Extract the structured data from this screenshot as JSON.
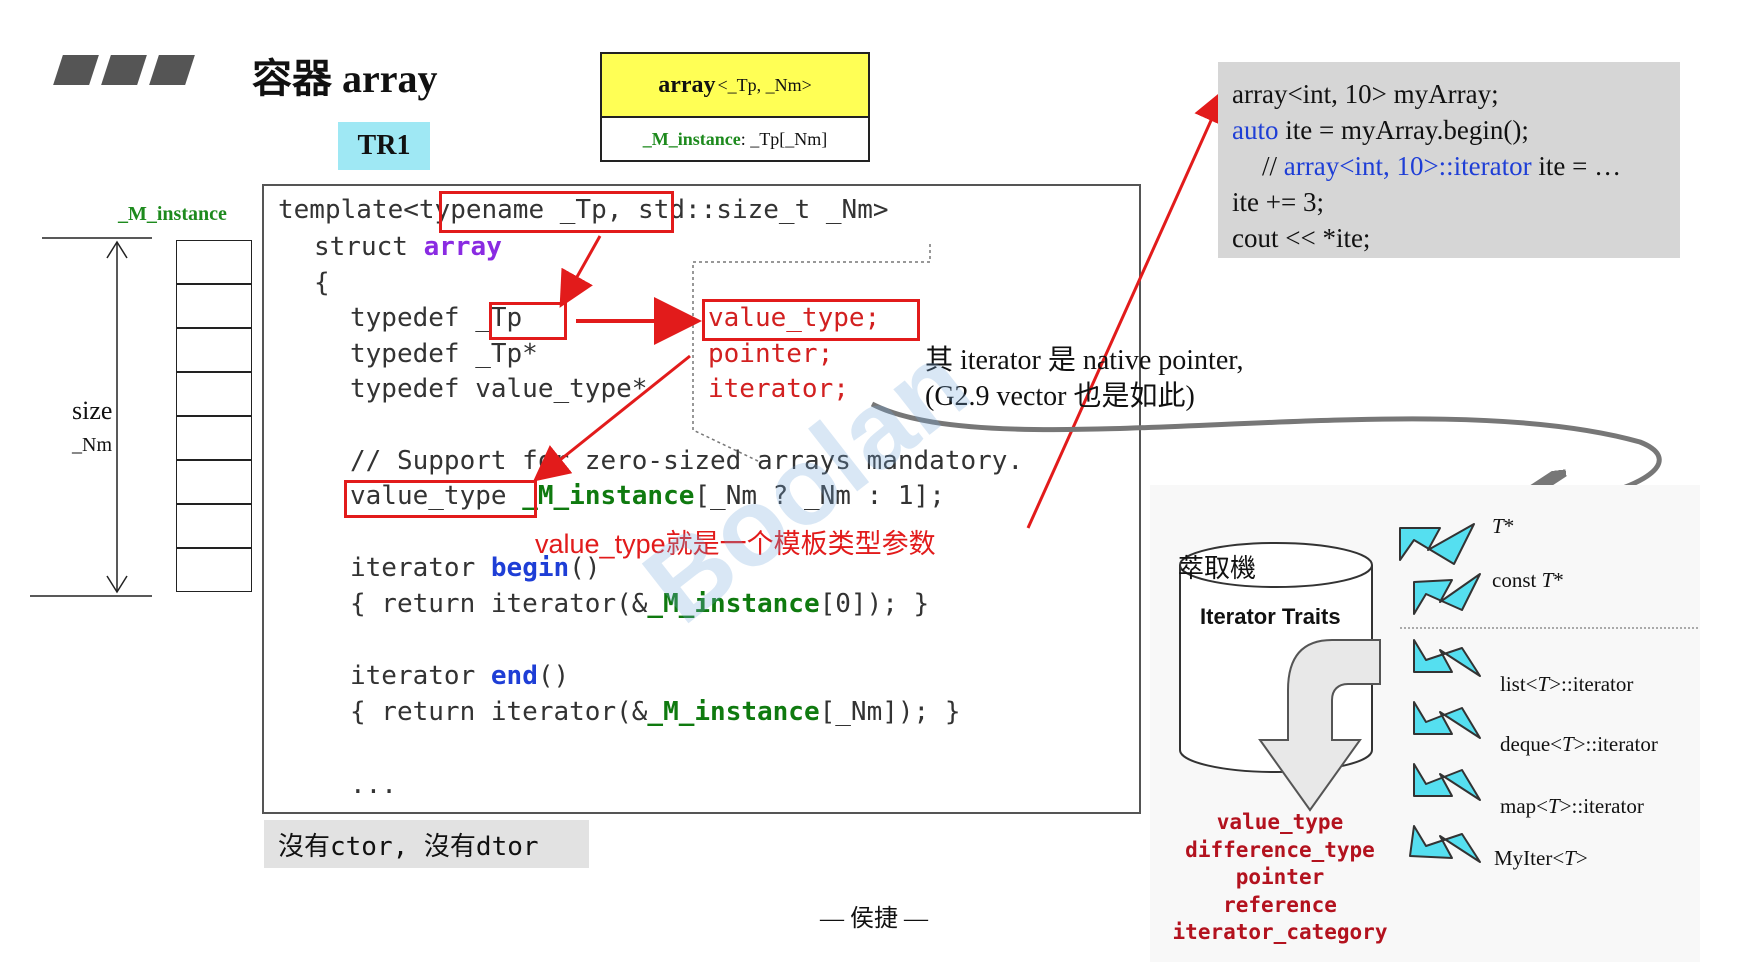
{
  "header": {
    "title": "容器 array",
    "tr1": "TR1"
  },
  "class_box": {
    "name": "array",
    "params": "<_Tp, _Nm>",
    "member_name": "_M_instance",
    "member_type": " : _Tp[_Nm]"
  },
  "memory": {
    "instance_label": "_M_instance",
    "size_label": "size",
    "nm_label": "_Nm"
  },
  "code": {
    "line1_a": "template<",
    "line1_b": "typename _Tp,",
    "line1_c": " std::size_t _Nm>",
    "line2_a": "struct ",
    "line2_kw": "array",
    "line3": "{",
    "line4_a": "typedef ",
    "line4_b": "_Tp",
    "line4_c": "value_type;",
    "line5_a": "typedef _Tp*",
    "line5_b": "pointer;",
    "line6_a": "typedef value_type*",
    "line6_b": "iterator;",
    "line7": "// Support for zero-sized arrays mandatory.",
    "line8_a": "value_type",
    "line8_b": " _M_instance",
    "line8_c": "[_Nm ? _Nm : 1];",
    "line9_a": "iterator ",
    "line9_kw": "begin",
    "line9_b": "()",
    "line10_a": "{ return iterator(&",
    "line10_b": "_M_instance",
    "line10_c": "[0]); }",
    "line11_a": "iterator ",
    "line11_kw": "end",
    "line11_b": "()",
    "line12_a": "{ return iterator(&",
    "line12_b": "_M_instance",
    "line12_c": "[_Nm]); }",
    "line13": "..."
  },
  "notes": {
    "native_pointer": "其 iterator 是 native pointer,",
    "g29": "(G2.9 vector 也是如此)",
    "template_param": "value_type就是一个模板类型参数",
    "ctor": "沒有ctor, 沒有dtor",
    "footer": "— 侯捷 —"
  },
  "example": {
    "l1": "array<int, 10> myArray;",
    "l2_kw": "auto",
    "l2_b": " ite = myArray.begin();",
    "l3_a": "// ",
    "l3_b": "array<int, 10>::iterator",
    "l3_c": " ite = …",
    "l4": "ite += 3;",
    "l5": "cout << *ite;"
  },
  "traits": {
    "cylinder_top": "萃取機",
    "cylinder_label": "Iterator Traits",
    "outputs": [
      "value_type",
      "difference_type",
      "pointer",
      "reference",
      "iterator_category"
    ],
    "inputs": [
      {
        "pre": "",
        "t": "T",
        "post": "*"
      },
      {
        "pre": "const ",
        "t": "T",
        "post": "*"
      },
      {
        "pre": "list<",
        "t": "T",
        "post": ">::iterator"
      },
      {
        "pre": "deque<",
        "t": "T",
        "post": ">::iterator"
      },
      {
        "pre": "map<",
        "t": "T",
        "post": ">::iterator"
      },
      {
        "pre": "MyIter<",
        "t": "T",
        "post": ">"
      }
    ]
  },
  "watermark": "Boolan",
  "colors": {
    "red": "#e21b1b",
    "green": "#0f7a0f",
    "blue": "#1e3ed6",
    "purple": "#8a2be2",
    "cyan": "#55dff0",
    "yellow": "#ffff55"
  }
}
